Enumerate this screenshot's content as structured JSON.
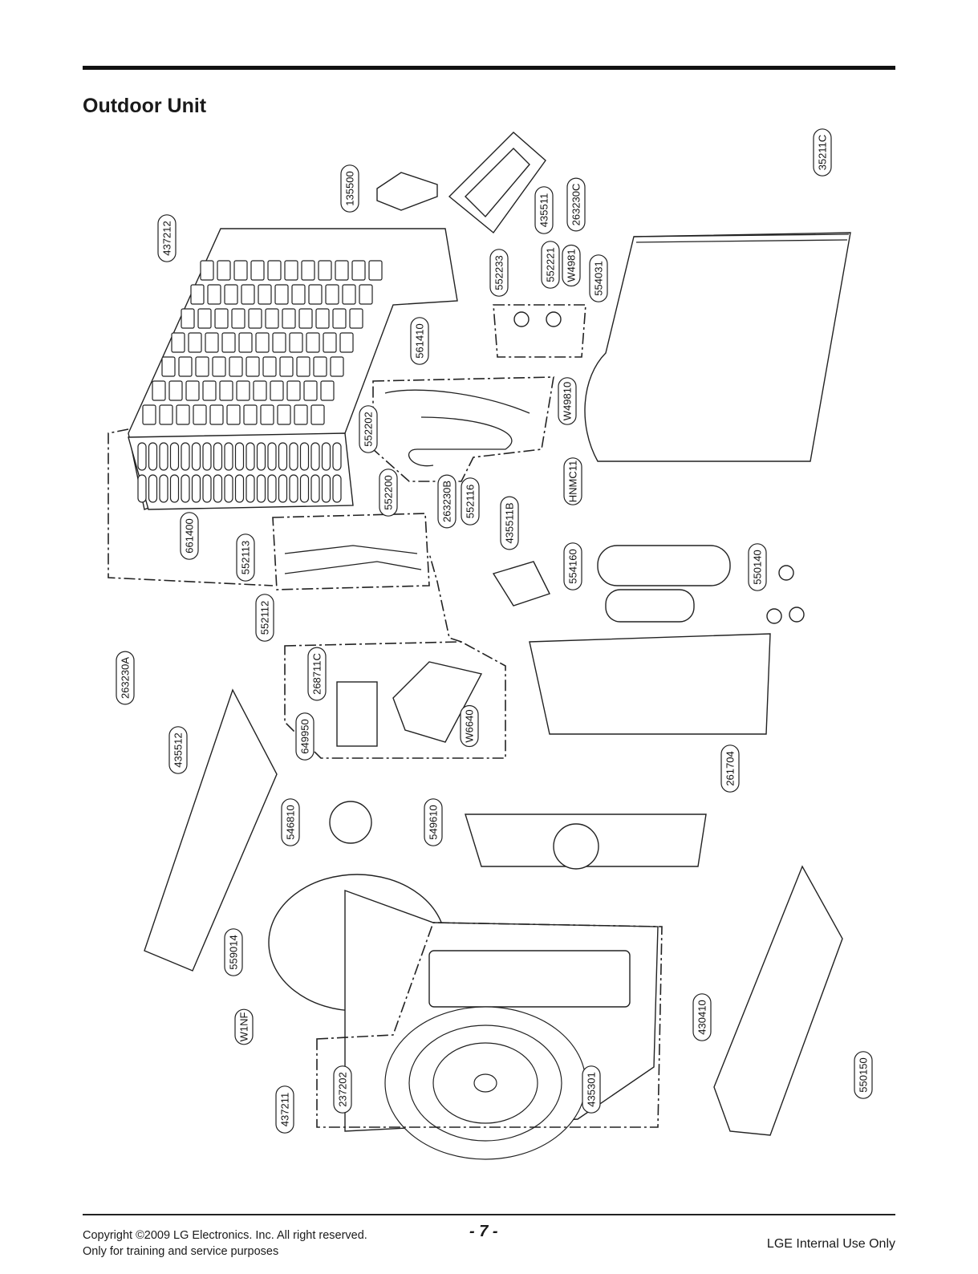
{
  "page": {
    "title": "Outdoor Unit",
    "copyright_line1": "Copyright ©2009 LG Electronics. Inc. All right reserved.",
    "copyright_line2": "Only for training and service purposes",
    "page_number": "- 7 -",
    "internal": "LGE Internal Use Only"
  },
  "callouts": [
    "35211C",
    "135500",
    "437212",
    "435511",
    "263230C",
    "552233",
    "552221",
    "W4981",
    "554031",
    "561410",
    "W49810",
    "552202",
    "552200",
    "263230B",
    "552116",
    "HNMC11",
    "435511B",
    "661400",
    "552113",
    "554160",
    "550140",
    "552112",
    "263230A",
    "268711C",
    "649950",
    "W6640",
    "261704",
    "435512",
    "546810",
    "549610",
    "559014",
    "430410",
    "W1NF",
    "237202",
    "435301",
    "437211",
    "550150"
  ]
}
